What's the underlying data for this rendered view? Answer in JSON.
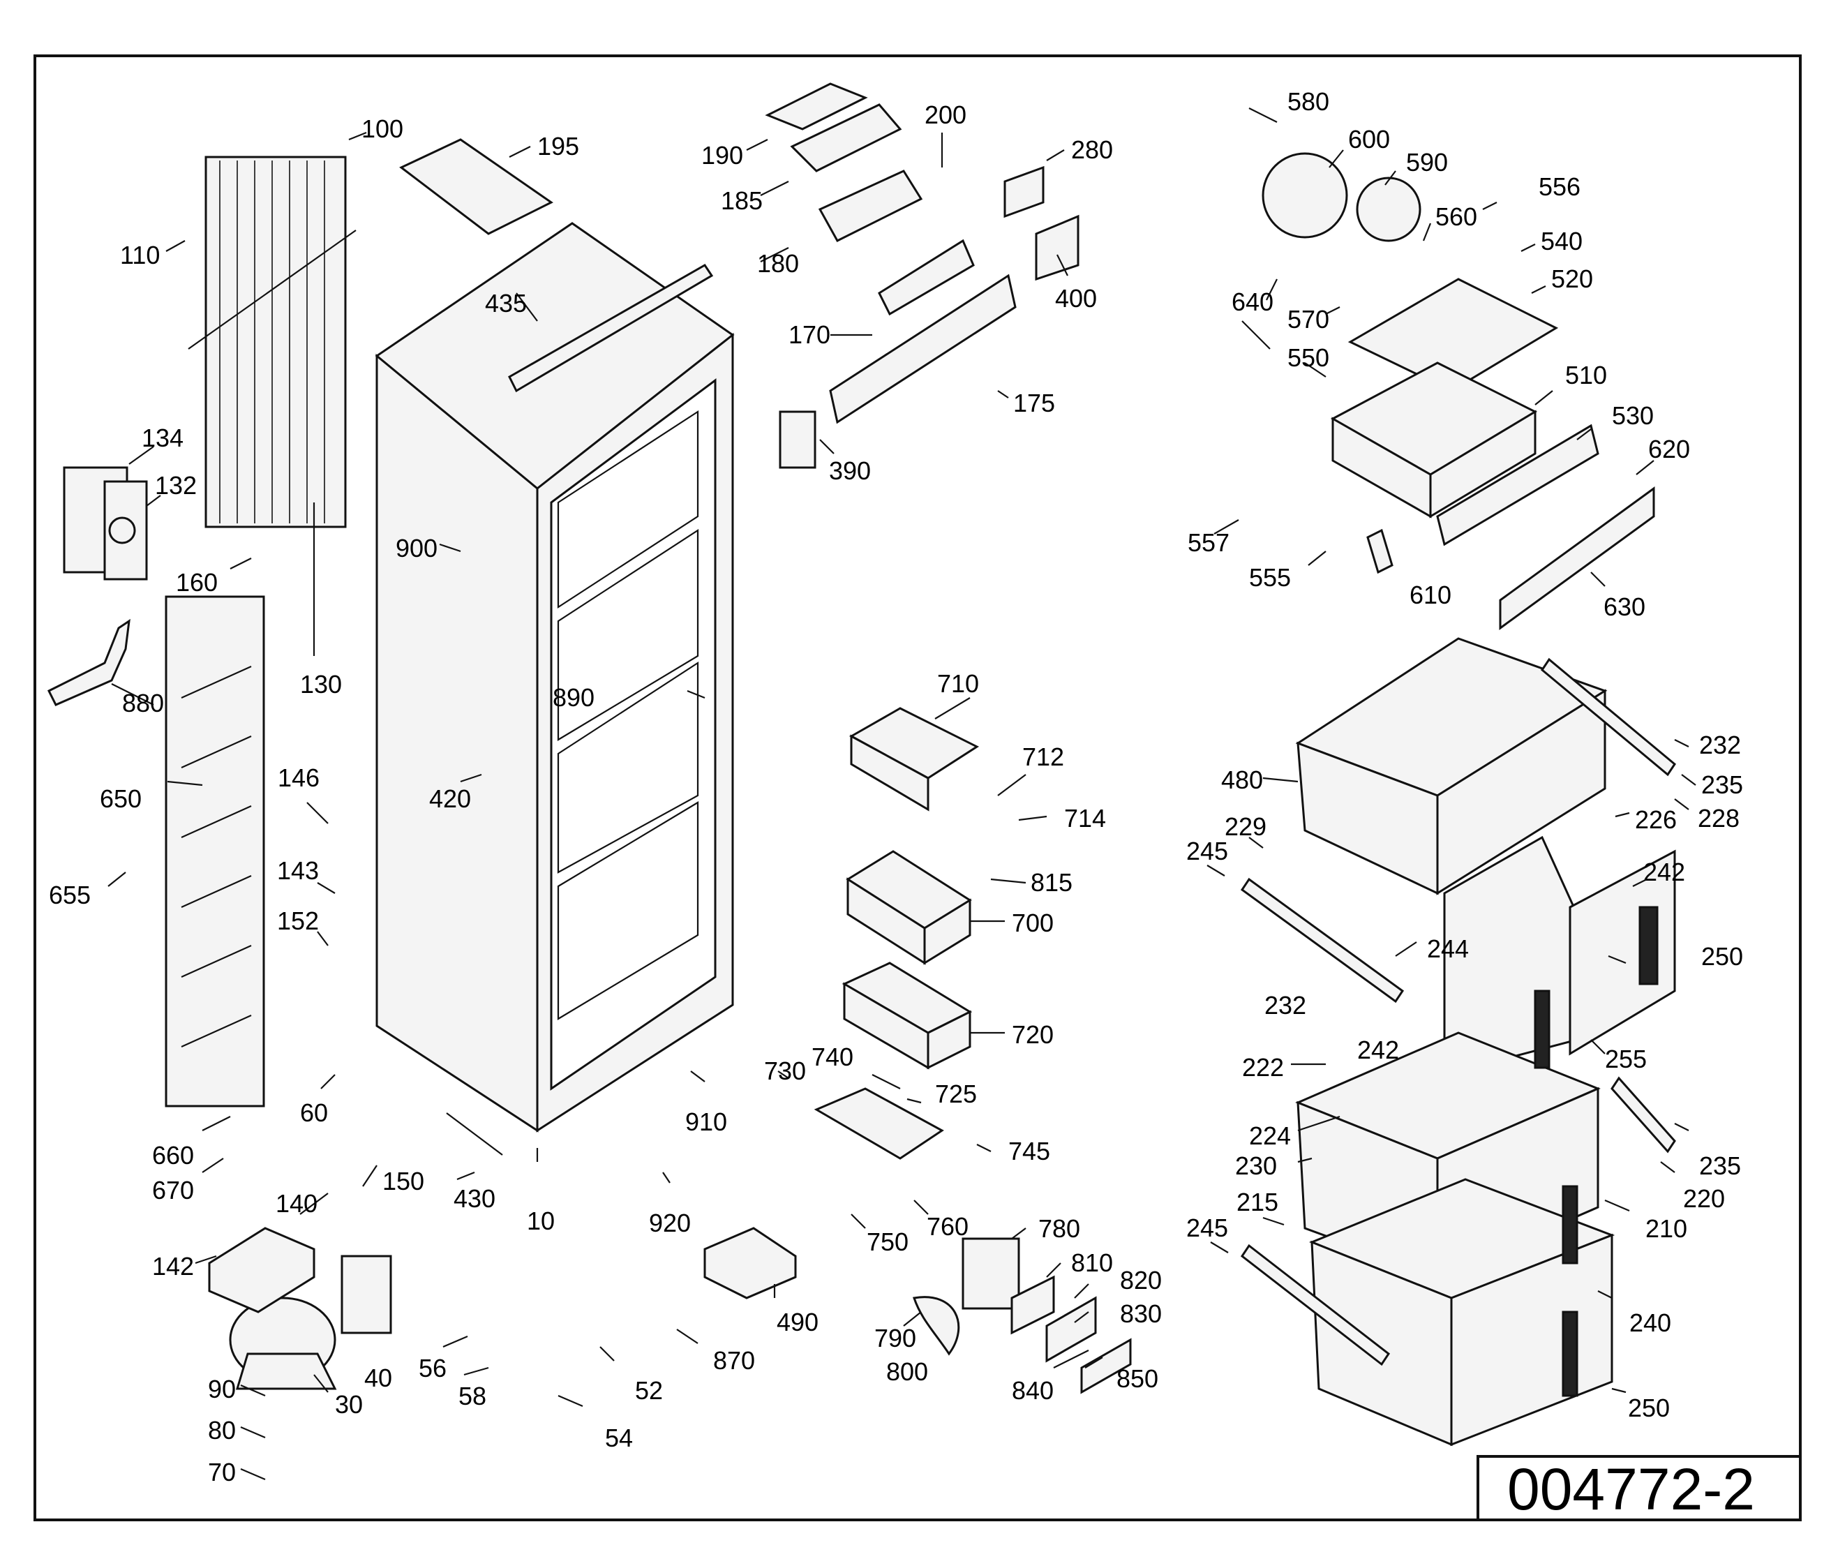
{
  "document_number": "004772-2",
  "callouts": [
    "100",
    "110",
    "195",
    "190",
    "185",
    "180",
    "200",
    "280",
    "400",
    "170",
    "175",
    "390",
    "580",
    "600",
    "590",
    "556",
    "560",
    "540",
    "520",
    "640",
    "570",
    "550",
    "510",
    "530",
    "620",
    "557",
    "555",
    "610",
    "630",
    "435",
    "134",
    "132",
    "160",
    "130",
    "900",
    "880",
    "890",
    "420",
    "650",
    "146",
    "655",
    "143",
    "152",
    "60",
    "660",
    "670",
    "150",
    "140",
    "142",
    "430",
    "10",
    "920",
    "910",
    "730",
    "740",
    "725",
    "745",
    "760",
    "750",
    "90",
    "80",
    "70",
    "30",
    "40",
    "56",
    "58",
    "52",
    "54",
    "870",
    "490",
    "780",
    "790",
    "800",
    "810",
    "820",
    "830",
    "840",
    "850",
    "710",
    "712",
    "714",
    "815",
    "700",
    "720",
    "480",
    "232",
    "235",
    "228",
    "226",
    "229",
    "245",
    "242",
    "250",
    "244",
    "255",
    "222",
    "224",
    "230",
    "220",
    "210",
    "215",
    "240"
  ]
}
